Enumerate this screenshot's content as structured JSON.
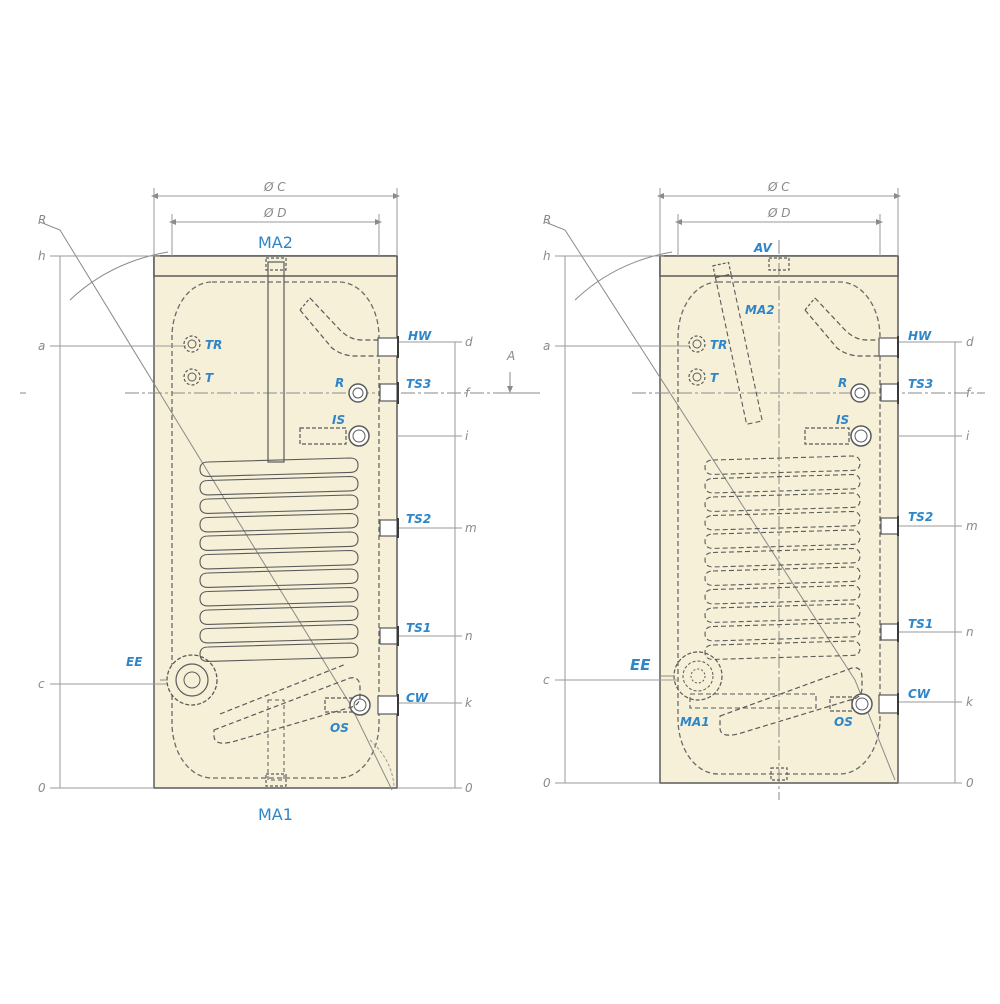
{
  "colors": {
    "insulation": "#f6f0d8",
    "outline": "#5a5a5a",
    "dimension": "#9a9a9a",
    "label": "#2e86c9"
  },
  "left": {
    "dia_c": "Ø C",
    "dia_d": "Ø D",
    "top_port": "MA2",
    "bottom_port": "MA1",
    "r": "R",
    "h": "h",
    "a": "a",
    "c": "c",
    "zero_left": "0",
    "d": "d",
    "f": "f",
    "i": "i",
    "m": "m",
    "n": "n",
    "k": "k",
    "zero_right": "0",
    "tr": "TR",
    "t": "T",
    "ee": "EE",
    "hw": "HW",
    "r_port": "R",
    "ts3": "TS3",
    "is": "IS",
    "ts2": "TS2",
    "ts1": "TS1",
    "cw": "CW",
    "os": "OS"
  },
  "section_marker": "A",
  "right": {
    "dia_c": "Ø C",
    "dia_d": "Ø D",
    "av": "AV",
    "ma2": "MA2",
    "ma1": "MA1",
    "r": "R",
    "h": "h",
    "a": "a",
    "c": "c",
    "zero_left": "0",
    "d": "d",
    "f": "f",
    "i": "i",
    "m": "m",
    "n": "n",
    "k": "k",
    "zero_right": "0",
    "tr": "TR",
    "t": "T",
    "ee": "EE",
    "hw": "HW",
    "r_port": "R",
    "ts3": "TS3",
    "is": "IS",
    "ts2": "TS2",
    "ts1": "TS1",
    "cw": "CW",
    "os": "OS"
  }
}
